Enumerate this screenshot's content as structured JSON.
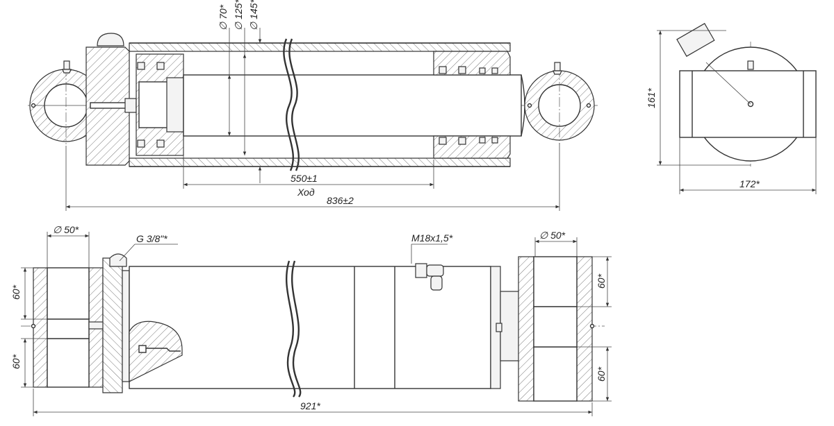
{
  "dimensions": {
    "rod_diameter": "∅ 70*",
    "bore_diameter": "∅ 125*",
    "outer_diameter": "∅ 145*",
    "stroke_value": "550±1",
    "stroke_label": "Ход",
    "closed_length": "836±2",
    "end_height": "161*",
    "end_width": "172*",
    "eye_diameter_left": "∅ 50*",
    "port_thread": "G 3/8\"*",
    "fitting_thread": "M18x1,5*",
    "eye_diameter_right": "∅ 50*",
    "eye_width_top_left": "60*",
    "eye_width_bottom_left": "60*",
    "eye_width_top_right": "60*",
    "eye_width_bottom_right": "60*",
    "total_width": "921*"
  },
  "colors": {
    "line": "#333333",
    "hatch": "#555555",
    "background": "#ffffff"
  }
}
